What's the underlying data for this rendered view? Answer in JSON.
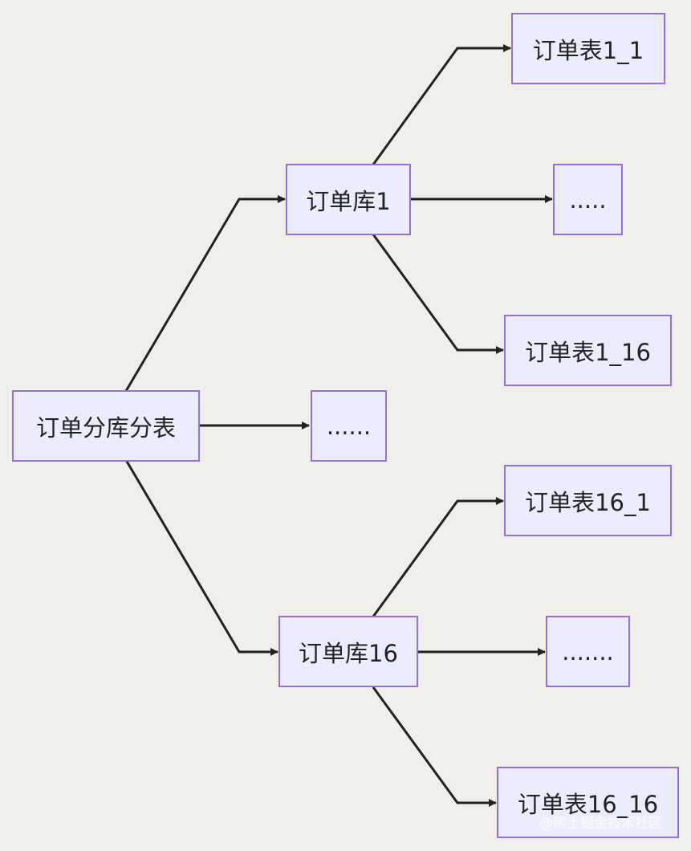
{
  "diagram": {
    "nodes": {
      "root": "订单分库分表",
      "db1": "订单库1",
      "db16": "订单库16",
      "db_more": "......",
      "t1_1": "订单表1_1",
      "t1_more": ".....",
      "t1_16": "订单表1_16",
      "t16_1": "订单表16_1",
      "t16_more": ".......",
      "t16_16": "订单表16_16"
    },
    "edges": [
      [
        "root",
        "db1"
      ],
      [
        "root",
        "db_more"
      ],
      [
        "root",
        "db16"
      ],
      [
        "db1",
        "t1_1"
      ],
      [
        "db1",
        "t1_more"
      ],
      [
        "db1",
        "t1_16"
      ],
      [
        "db16",
        "t16_1"
      ],
      [
        "db16",
        "t16_more"
      ],
      [
        "db16",
        "t16_16"
      ]
    ],
    "colors": {
      "node_fill": "#ececff",
      "node_border": "#9370db",
      "edge": "#222222",
      "background": "#f0efeb"
    }
  },
  "watermark": "@稀土掘金技术社区"
}
